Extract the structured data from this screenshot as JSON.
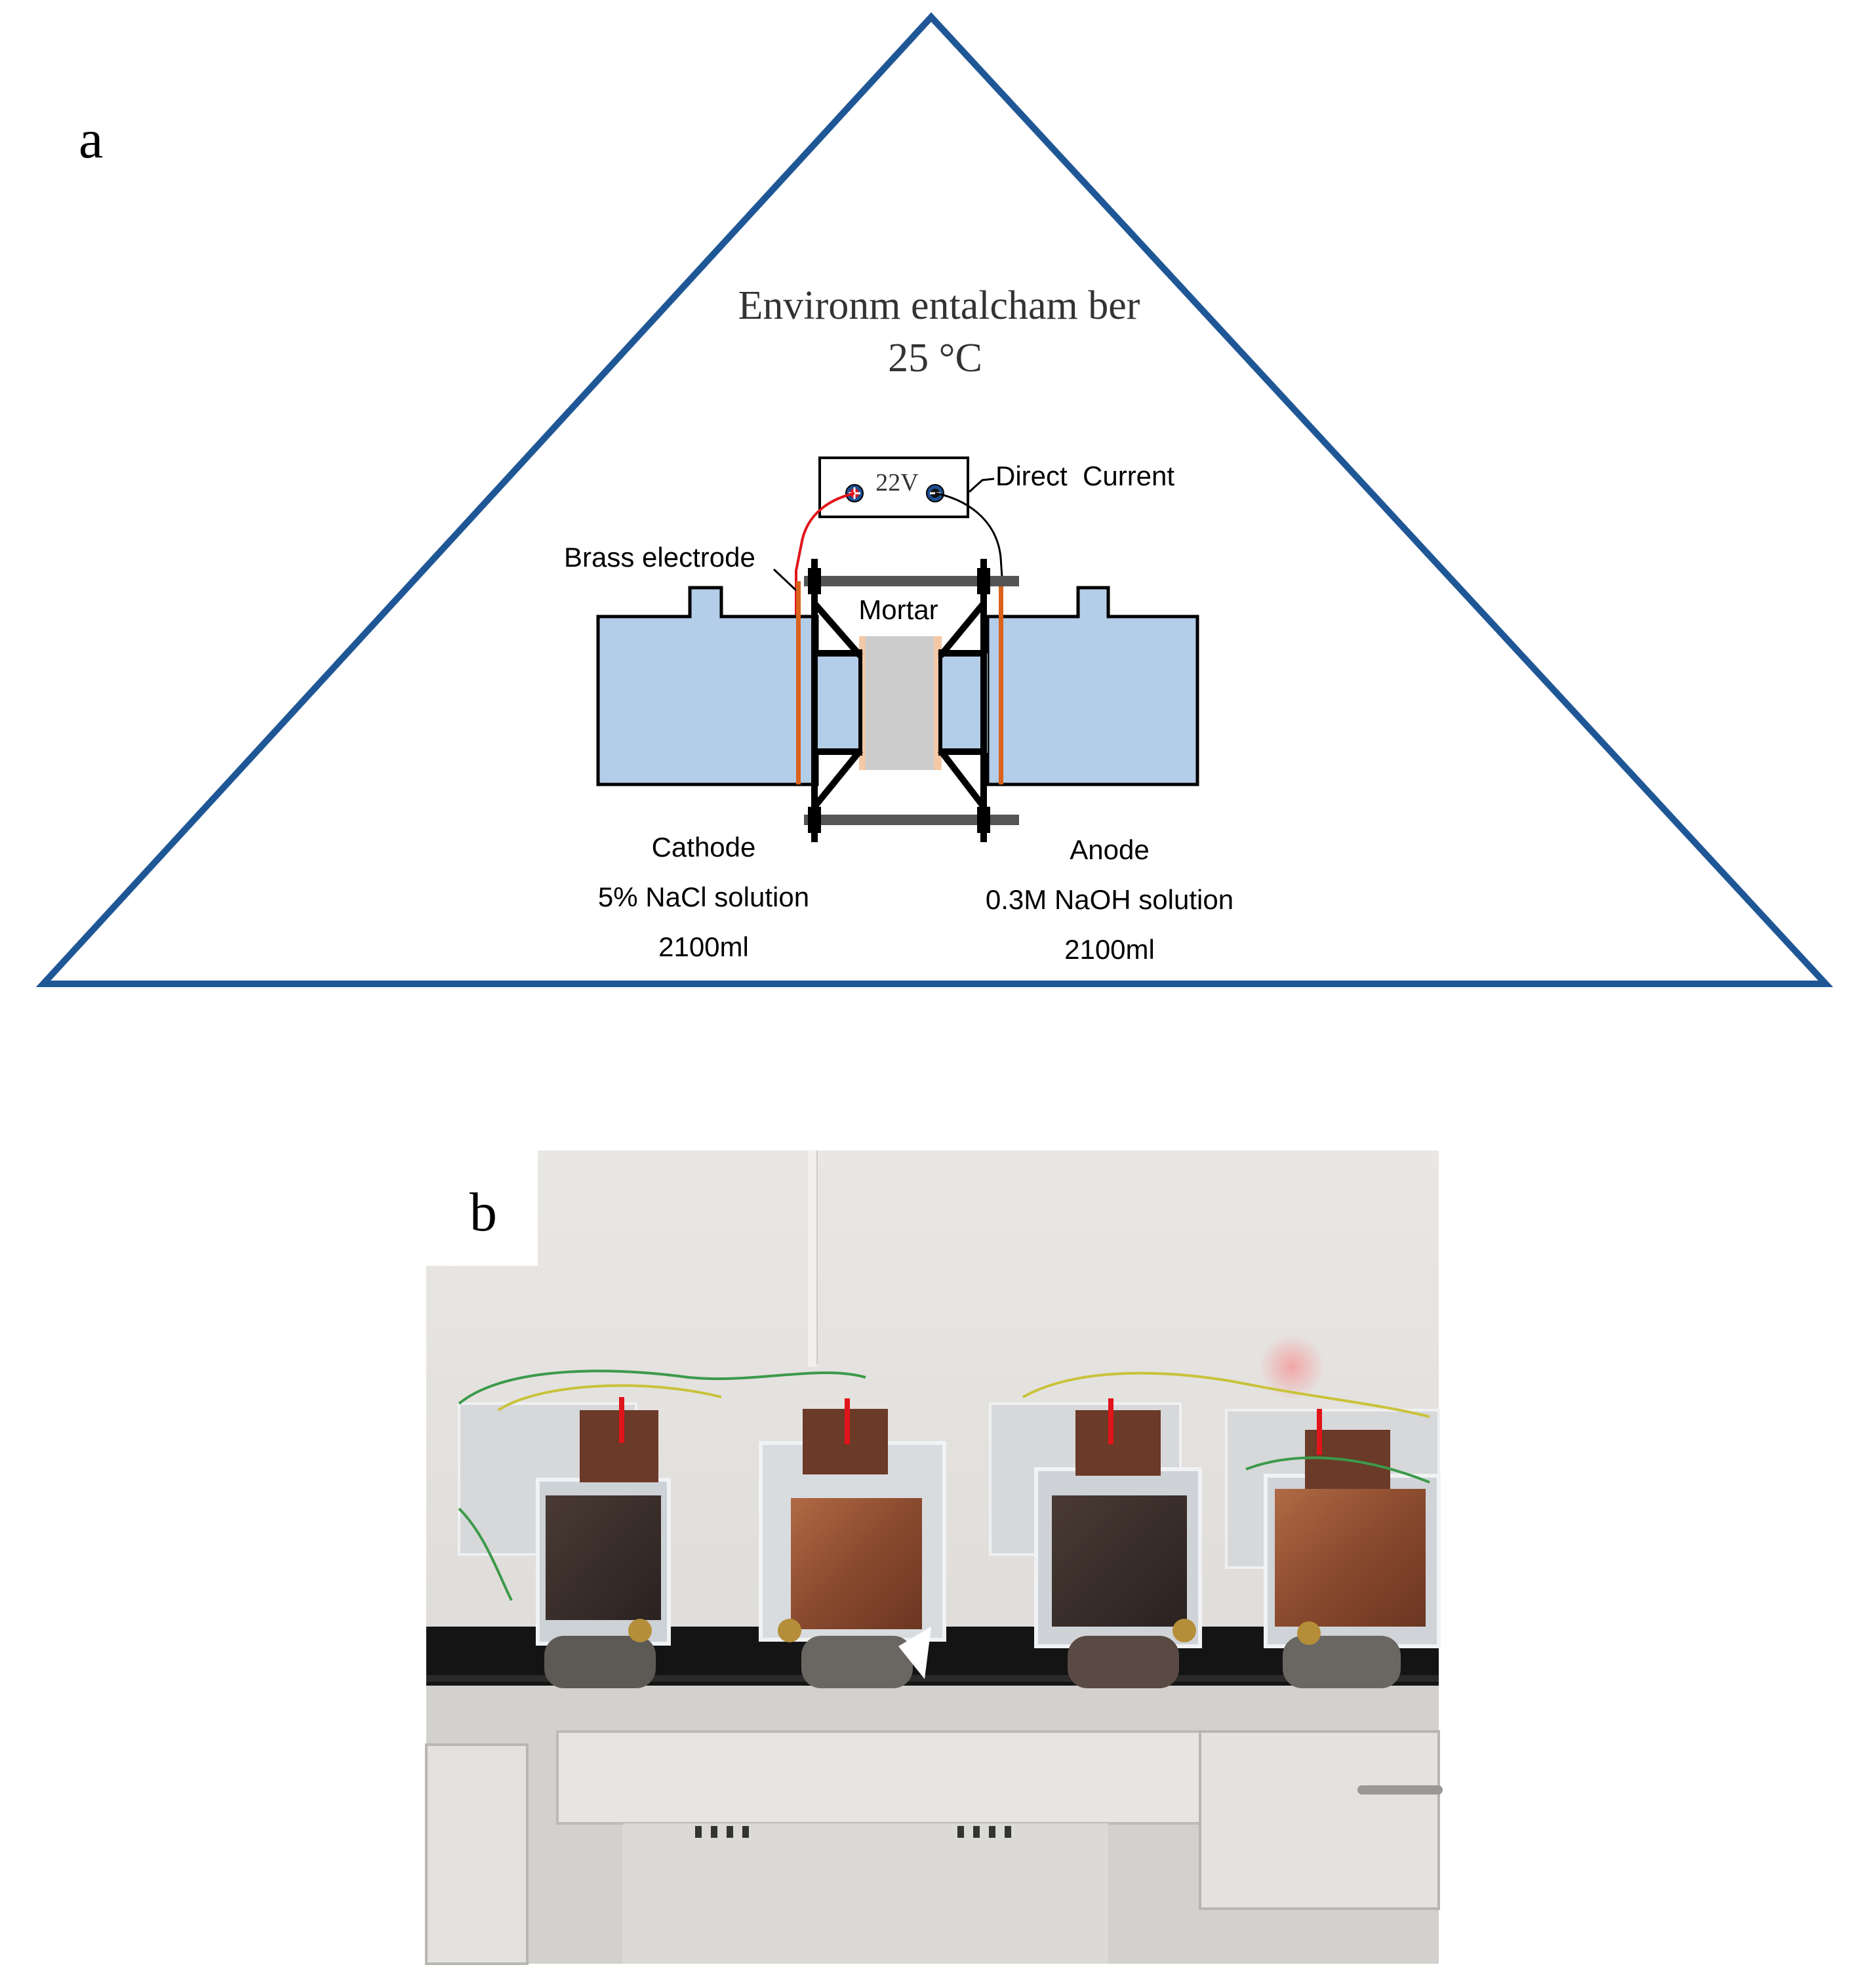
{
  "panel_a": {
    "letter": "a",
    "chamber_label": "Environm entalcham ber",
    "temperature": "25 °C",
    "power_supply": {
      "voltage": "22V",
      "label": "Direct  Current"
    },
    "electrode_label": "Brass electrode",
    "specimen_label": "Mortar",
    "cathode": {
      "title": "Cathode",
      "solution": "5% NaCl solution",
      "volume": "2100ml"
    },
    "anode": {
      "title": "Anode",
      "solution": "0.3M NaOH solution",
      "volume": "2100ml"
    },
    "colors": {
      "chamber_outline": "#1f5796",
      "solution": "#b4cde8",
      "mortar": "#cccccc",
      "mortar_edge": "#f2c8a6",
      "electrode": "#d9621c",
      "positive_wire": "#e0141a",
      "negative_wire": "#000000",
      "clamp_bar": "#555555"
    }
  },
  "panel_b": {
    "letter": "b",
    "image": "photo-of-electrochemical-test-cells-on-lab-bench"
  }
}
